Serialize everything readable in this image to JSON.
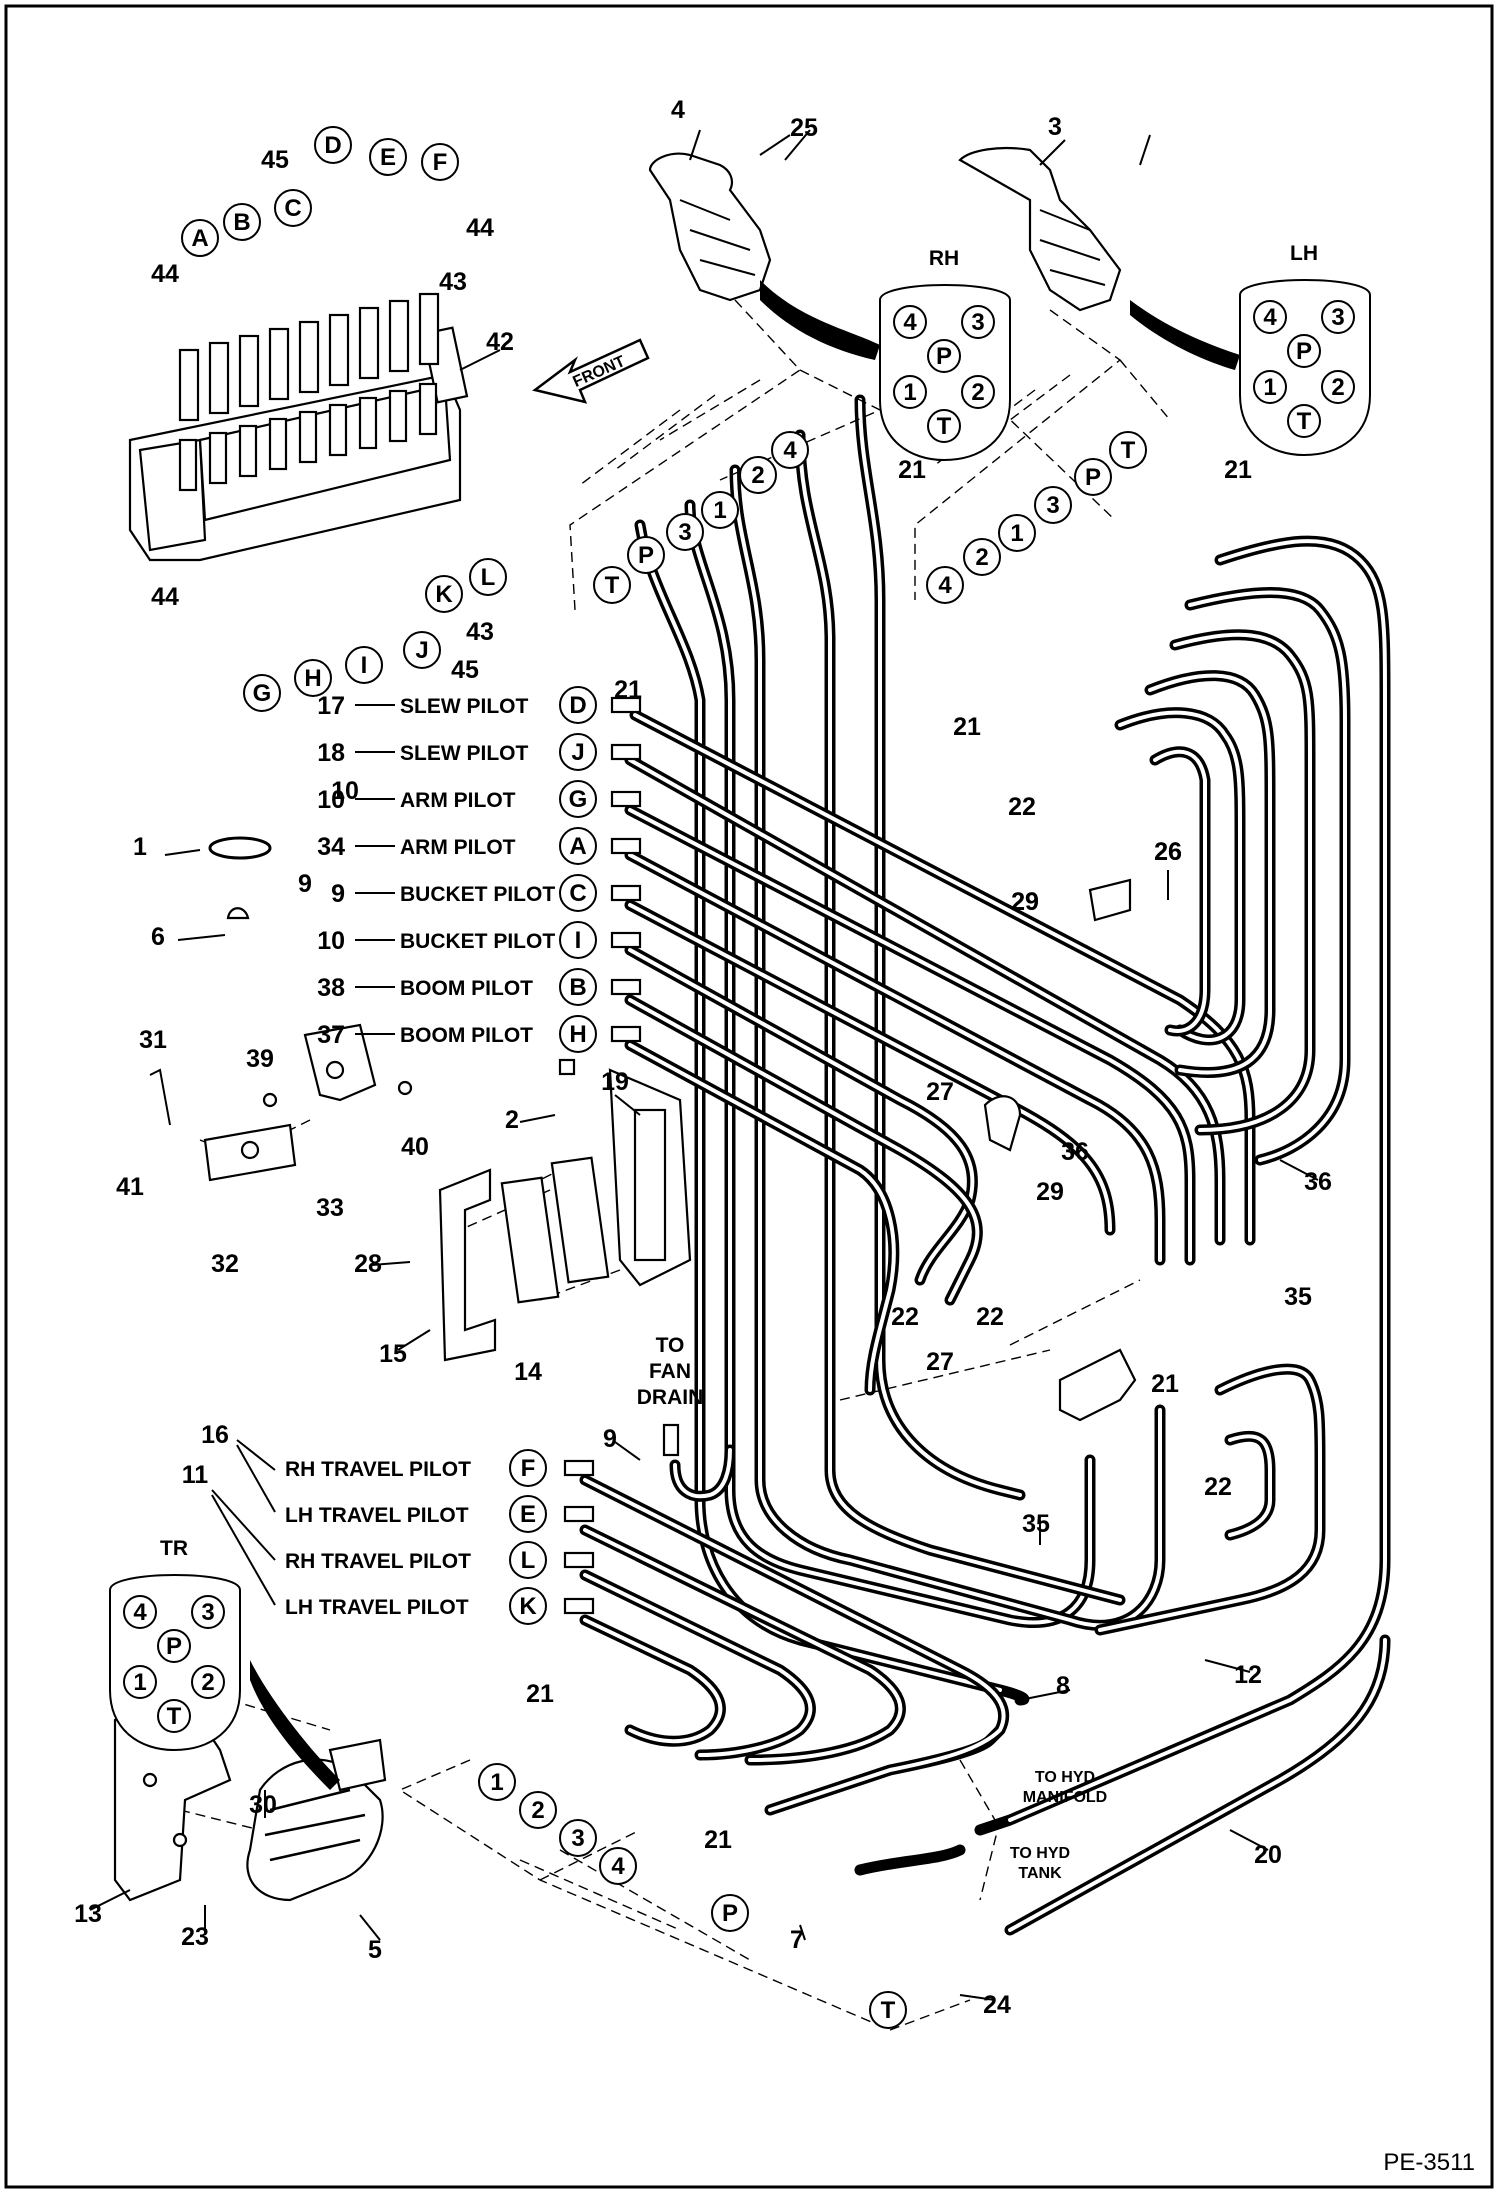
{
  "doc_code": "PE-3511",
  "front_label": "FRONT",
  "port_patterns": [
    {
      "id": "rh",
      "title": "RH",
      "ports": [
        "4",
        "3",
        "P",
        "1",
        "2",
        "T"
      ]
    },
    {
      "id": "lh",
      "title": "LH",
      "ports": [
        "4",
        "3",
        "P",
        "1",
        "2",
        "T"
      ]
    },
    {
      "id": "tr",
      "title": "TR",
      "ports": [
        "4",
        "3",
        "P",
        "1",
        "2",
        "T"
      ]
    }
  ],
  "valve_ports_top": [
    "A",
    "B",
    "C",
    "D",
    "E",
    "F"
  ],
  "valve_ports_bottom": [
    "G",
    "H",
    "I",
    "J",
    "K",
    "L"
  ],
  "rh_joystick_ports": [
    "T",
    "P",
    "3",
    "1",
    "2",
    "4"
  ],
  "lh_joystick_ports": [
    "4",
    "2",
    "1",
    "3",
    "P",
    "T"
  ],
  "pilot_lines": [
    {
      "num": "17",
      "label": "SLEW PILOT",
      "port": "D"
    },
    {
      "num": "18",
      "label": "SLEW PILOT",
      "port": "J"
    },
    {
      "num": "10",
      "label": "ARM PILOT",
      "port": "G"
    },
    {
      "num": "34",
      "label": "ARM PILOT",
      "port": "A"
    },
    {
      "num": "9",
      "label": "BUCKET PILOT",
      "port": "C"
    },
    {
      "num": "10",
      "label": "BUCKET PILOT",
      "port": "I"
    },
    {
      "num": "38",
      "label": "BOOM PILOT",
      "port": "B"
    },
    {
      "num": "37",
      "label": "BOOM PILOT",
      "port": "H"
    }
  ],
  "travel_lines": [
    {
      "label": "RH TRAVEL PILOT",
      "port": "F"
    },
    {
      "label": "LH TRAVEL PILOT",
      "port": "E"
    },
    {
      "label": "RH TRAVEL PILOT",
      "port": "L"
    },
    {
      "label": "LH TRAVEL PILOT",
      "port": "K"
    }
  ],
  "travel_group_nums": [
    "16",
    "11"
  ],
  "travel_valve_ports": [
    "1",
    "2",
    "3",
    "4"
  ],
  "supply_ports": [
    "P",
    "T"
  ],
  "destinations": {
    "fan_drain": [
      "TO",
      "FAN",
      "DRAIN"
    ],
    "hyd_manifold": [
      "TO HYD",
      "MANIFOLD"
    ],
    "hyd_tank": [
      "TO HYD",
      "TANK"
    ]
  },
  "callouts": [
    "1",
    "2",
    "3",
    "4",
    "5",
    "6",
    "7",
    "8",
    "9",
    "12",
    "13",
    "14",
    "15",
    "19",
    "20",
    "21",
    "22",
    "23",
    "24",
    "25",
    "26",
    "27",
    "28",
    "29",
    "30",
    "31",
    "32",
    "33",
    "35",
    "36",
    "39",
    "40",
    "41",
    "42",
    "43",
    "44",
    "45"
  ]
}
